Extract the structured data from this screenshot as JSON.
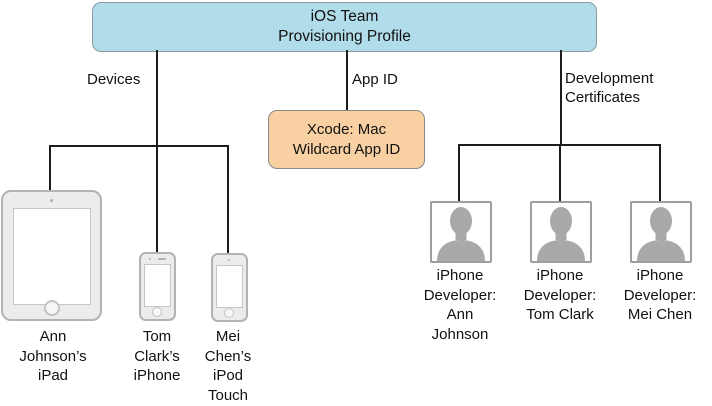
{
  "title_box": {
    "text": "iOS Team\nProvisioning Profile",
    "fill": "#b1dcea"
  },
  "branch_labels": {
    "devices": "Devices",
    "app_id": "App ID",
    "certificates": "Development\nCertificates"
  },
  "app_id_box": {
    "text": "Xcode: Mac\nWildcard App ID",
    "fill": "#f8d0a2"
  },
  "devices": [
    {
      "icon": "ipad-icon",
      "label": "Ann\nJohnson’s\niPad"
    },
    {
      "icon": "iphone-icon",
      "label": "Tom\nClark’s\niPhone"
    },
    {
      "icon": "ipod-touch-icon",
      "label": "Mei\nChen’s\niPod\nTouch"
    }
  ],
  "certificates": [
    {
      "icon": "person-portrait-icon",
      "label": "iPhone\nDeveloper:\nAnn\nJohnson"
    },
    {
      "icon": "person-portrait-icon",
      "label": "iPhone\nDeveloper:\nTom Clark"
    },
    {
      "icon": "person-portrait-icon",
      "label": "iPhone\nDeveloper:\nMei Chen"
    }
  ],
  "colors": {
    "profile_box_fill": "#b1dcea",
    "app_id_box_fill": "#f8d0a2",
    "box_border": "#8a8a8a",
    "connector": "#1c1c1c",
    "device_fill": "#ececec",
    "silhouette": "#a9a9a9"
  }
}
